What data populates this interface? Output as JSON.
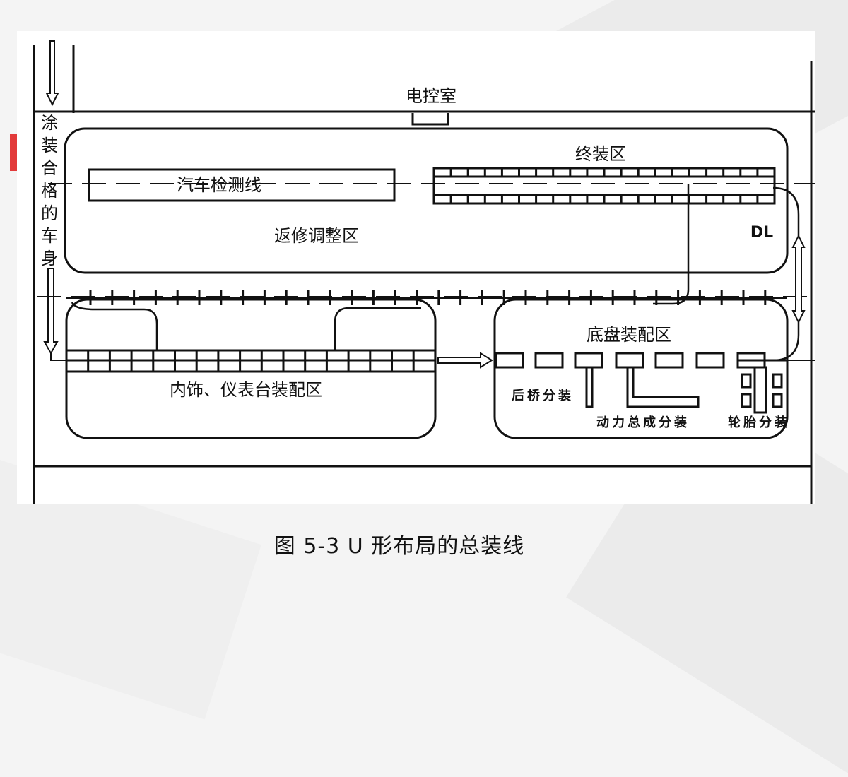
{
  "diagram": {
    "control_room": "电控室",
    "final_assembly": "终装区",
    "test_line": "汽车检测线",
    "rework_area": "返修调整区",
    "dl": "DL",
    "painted_body": "涂装合格的车身",
    "interior_area": "内饰、仪表台装配区",
    "chassis_area": "底盘装配区",
    "rear_axle": "后桥分装",
    "powertrain": "动力总成分装",
    "tires": "轮胎分装"
  },
  "caption": "图 5-3 U 形布局的总装线"
}
